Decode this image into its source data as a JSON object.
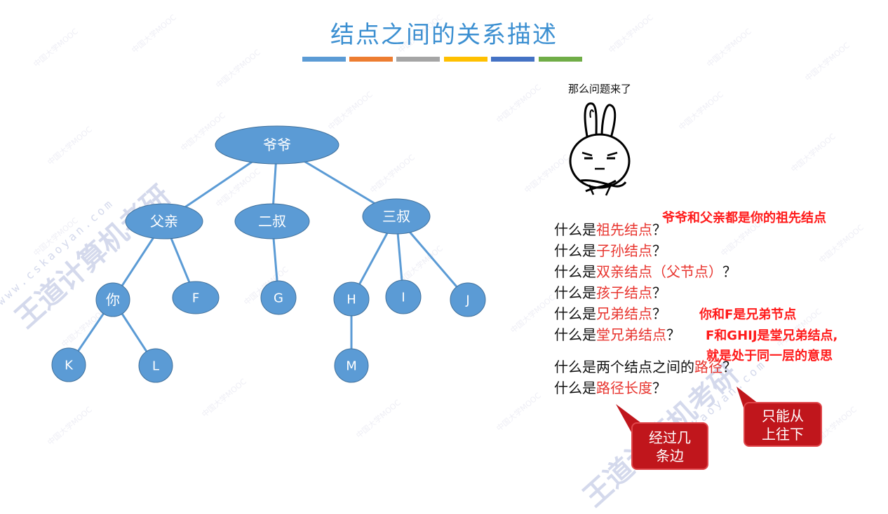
{
  "title": "结点之间的关系描述",
  "color_bar": [
    "#5b9bd5",
    "#ed7d31",
    "#a5a5a5",
    "#ffc000",
    "#4472c4",
    "#70ad47"
  ],
  "tree": {
    "node_color": "#5b9bd5",
    "edge_color": "#5b9bd5",
    "nodes": [
      {
        "id": "grandpa",
        "label": "爷爷"
      },
      {
        "id": "father",
        "label": "父亲"
      },
      {
        "id": "uncle2",
        "label": "二叔"
      },
      {
        "id": "uncle3",
        "label": "三叔"
      },
      {
        "id": "you",
        "label": "你"
      },
      {
        "id": "F",
        "label": "F"
      },
      {
        "id": "G",
        "label": "G"
      },
      {
        "id": "H",
        "label": "H"
      },
      {
        "id": "I",
        "label": "I"
      },
      {
        "id": "J",
        "label": "J"
      },
      {
        "id": "K",
        "label": "K"
      },
      {
        "id": "L",
        "label": "L"
      },
      {
        "id": "M",
        "label": "M"
      }
    ],
    "edges": [
      [
        "grandpa",
        "father"
      ],
      [
        "grandpa",
        "uncle2"
      ],
      [
        "grandpa",
        "uncle3"
      ],
      [
        "father",
        "you"
      ],
      [
        "father",
        "F"
      ],
      [
        "uncle2",
        "G"
      ],
      [
        "uncle3",
        "H"
      ],
      [
        "uncle3",
        "I"
      ],
      [
        "uncle3",
        "J"
      ],
      [
        "you",
        "K"
      ],
      [
        "you",
        "L"
      ],
      [
        "H",
        "M"
      ]
    ]
  },
  "meme": {
    "caption": "那么问题来了"
  },
  "questions": [
    {
      "prefix": "什么是",
      "highlight": "祖先结点",
      "suffix": "？"
    },
    {
      "prefix": "什么是",
      "highlight": "子孙结点",
      "suffix": "？"
    },
    {
      "prefix": "什么是",
      "highlight": "双亲结点（父节点）",
      "suffix": "？"
    },
    {
      "prefix": "什么是",
      "highlight": "孩子结点",
      "suffix": "？"
    },
    {
      "prefix": "什么是",
      "highlight": "兄弟结点",
      "suffix": "？"
    },
    {
      "prefix": "什么是",
      "highlight": "堂兄弟结点",
      "suffix": "？"
    },
    {
      "prefix": "什么是两个结点之间的",
      "highlight": "路径",
      "suffix": "？"
    },
    {
      "prefix": "什么是",
      "highlight": "路径长度",
      "suffix": "？"
    }
  ],
  "notes": {
    "ancestor": "爷爷和父亲都是你的祖先结点",
    "sibling": "你和F是兄弟节点",
    "cousin_line1": "F和GHIJ是堂兄弟结点,",
    "cousin_line2": "就是处于同一层的意思"
  },
  "callouts": {
    "path_length": [
      "经过几",
      "条边"
    ],
    "path": [
      "只能从",
      "上往下"
    ]
  },
  "watermarks": {
    "small": "中国大学MOOC",
    "big": "王道计算机考研",
    "url": "www.cskaoyan.com"
  }
}
